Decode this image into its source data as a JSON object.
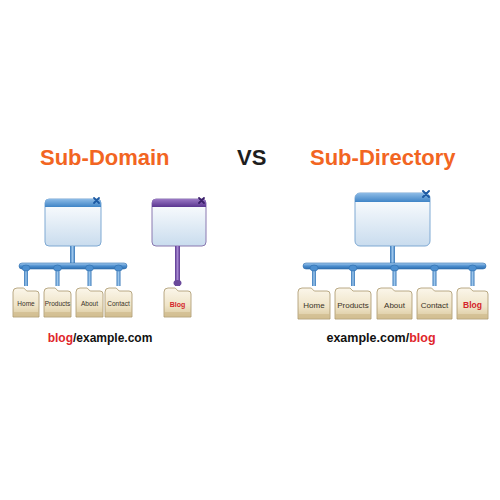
{
  "diagram": {
    "nodes": [
      {
        "text": [
          "Home"
        ]
      },
      {
        "text": [
          "Products"
        ]
      },
      {
        "text": [
          "About"
        ]
      },
      {
        "text": [
          "Contact"
        ]
      },
      {
        "text": [
          "Blog"
        ]
      },
      {
        "text": [
          "Home"
        ]
      },
      {
        "text": [
          "Products"
        ]
      },
      {
        "text": [
          "About"
        ]
      },
      {
        "text": [
          "Contact"
        ]
      },
      {
        "text": [
          "Blog"
        ]
      }
    ],
    "labels": [
      "Sub-Domain",
      "VS",
      "Sub-Directory",
      "blog",
      "/example.com",
      "example.com/",
      "blog"
    ]
  }
}
